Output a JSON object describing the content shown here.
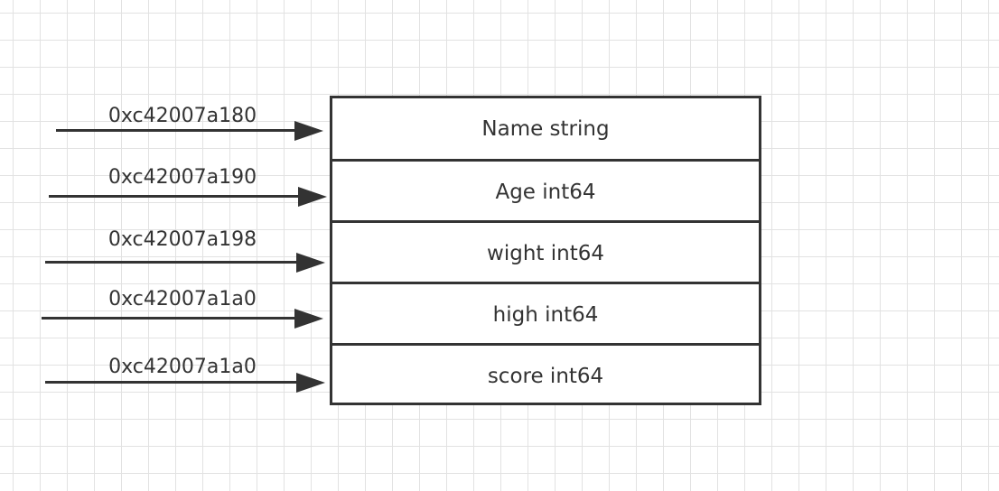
{
  "diagram": {
    "fields": [
      {
        "label": "Name string",
        "address": "0xc42007a180"
      },
      {
        "label": "Age int64",
        "address": "0xc42007a190"
      },
      {
        "label": "wight int64",
        "address": "0xc42007a198"
      },
      {
        "label": "high int64",
        "address": "0xc42007a1a0"
      },
      {
        "label": "score int64",
        "address": "0xc42007a1a0"
      }
    ]
  }
}
